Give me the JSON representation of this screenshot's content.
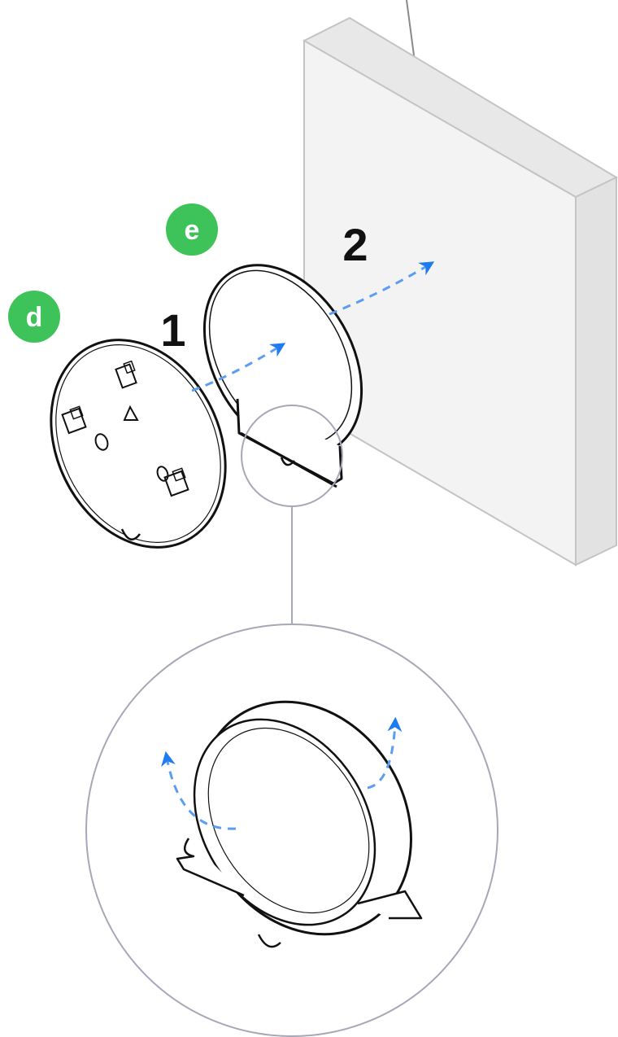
{
  "callouts": {
    "d": "d",
    "e": "e"
  },
  "steps": {
    "one": "1",
    "two": "2"
  },
  "colors": {
    "callout_green": "#3ec35a",
    "arrow_blue": "#1f7cf0",
    "dashed_blue": "#5a9df2",
    "wall_face": "#f3f3f3",
    "wall_top": "#e8e8e8",
    "wall_side": "#e2e2e2",
    "wall_edge": "#c4c4c4",
    "magnifier_ring": "#a6a8b8",
    "leader_line": "#8a8a8a",
    "outline": "#111111"
  },
  "icons": {
    "mounting_plate": "mounting-plate-icon",
    "device_cover": "device-cover-icon",
    "wall": "wall-icon",
    "magnifier": "magnifier-circle-icon"
  }
}
